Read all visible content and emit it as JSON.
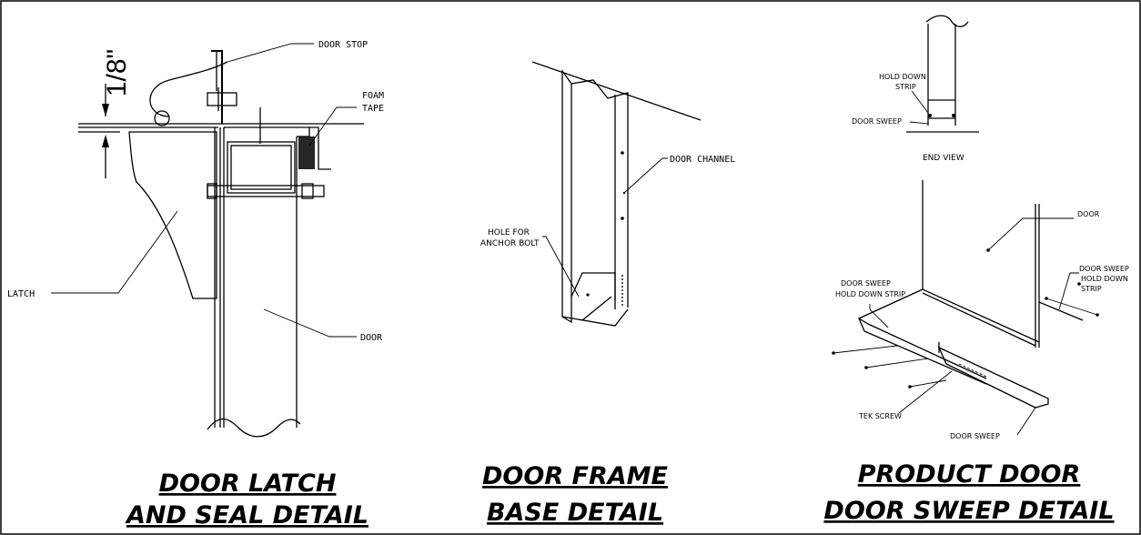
{
  "latch_detail": {
    "dimension": "1/8\"",
    "labels": {
      "door_stop": "DOOR STOP",
      "foam_tape_1": "FOAM",
      "foam_tape_2": "TAPE",
      "latch": "LATCH",
      "door": "DOOR"
    },
    "title_line1": "DOOR LATCH",
    "title_line2": "AND SEAL DETAIL"
  },
  "frame_detail": {
    "labels": {
      "door_channel": "DOOR CHANNEL",
      "hole_1": "HOLE FOR",
      "hole_2": "ANCHOR BOLT"
    },
    "title_line1": "DOOR FRAME",
    "title_line2": "BASE DETAIL"
  },
  "sweep_detail": {
    "labels": {
      "hold_down_1": "HOLD DOWN",
      "hold_down_2": "STRIP",
      "door_sweep_end": "DOOR SWEEP",
      "end_view": "END VIEW",
      "door": "DOOR",
      "sweep_left_1": "DOOR SWEEP",
      "sweep_left_2": "HOLD DOWN STRIP",
      "sweep_right_1": "DOOR SWEEP",
      "sweep_right_2": "HOLD DOWN",
      "sweep_right_3": "STRIP",
      "tek_screw": "TEK SCREW",
      "door_sweep_bottom": "DOOR SWEEP"
    },
    "title_line1": "PRODUCT DOOR",
    "title_line2": "DOOR SWEEP DETAIL"
  }
}
